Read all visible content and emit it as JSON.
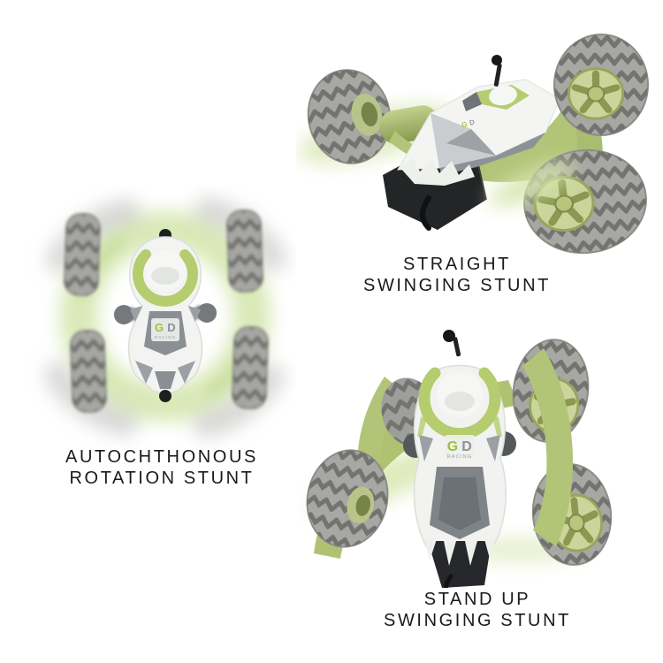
{
  "product": {
    "brand_logo": {
      "letter_primary": "G",
      "letter_secondary": "D",
      "subtext": "RACING"
    }
  },
  "captions": {
    "straight": {
      "line1": "STRAIGHT",
      "line2": "SWINGING STUNT"
    },
    "rotation": {
      "line1": "AUTOCHTHONOUS",
      "line2": "ROTATION STUNT"
    },
    "standup": {
      "line1": "STAND UP",
      "line2": "SWINGING STUNT"
    }
  },
  "colors": {
    "background": "#ffffff",
    "caption_text": "#1a1a1a",
    "body_green": "#b2c478",
    "body_green_dark": "#8da04f",
    "glow_green": "#d7e5ab",
    "rim_green": "#cbd59b",
    "tire_gray": "#a7a7a3",
    "tread_gray": "#73736f",
    "shell_white": "#f4f5f2",
    "facet_gray": "#8d9297",
    "chassis_black": "#232527",
    "logo_green": "#9dbf3e",
    "logo_gray": "#8d9297"
  }
}
